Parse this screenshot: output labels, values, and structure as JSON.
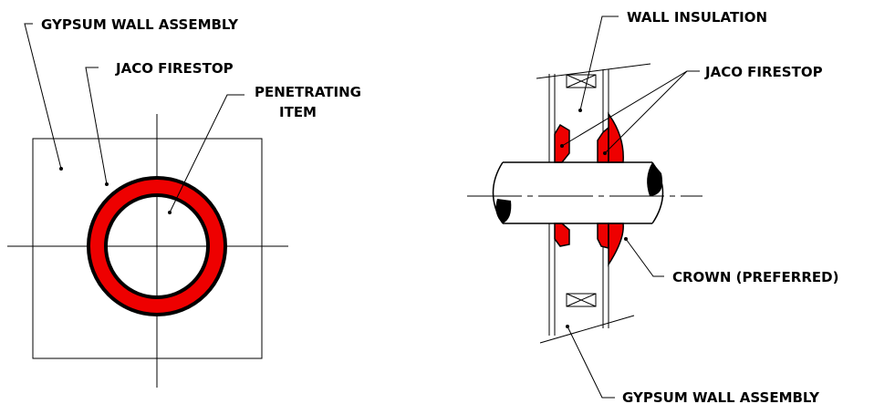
{
  "colors": {
    "firestop": "#ee0000",
    "line": "#000000",
    "background": "#ffffff"
  },
  "front_view": {
    "label_gypsum": "GYPSUM WALL ASSEMBLY",
    "label_firestop": "JACO FIRESTOP",
    "label_penetrating_1": "PENETRATING",
    "label_penetrating_2": "ITEM"
  },
  "side_view": {
    "label_insulation": "WALL INSULATION",
    "label_firestop": "JACO FIRESTOP",
    "label_crown": "CROWN (PREFERRED)",
    "label_gypsum": "GYPSUM WALL ASSEMBLY"
  }
}
